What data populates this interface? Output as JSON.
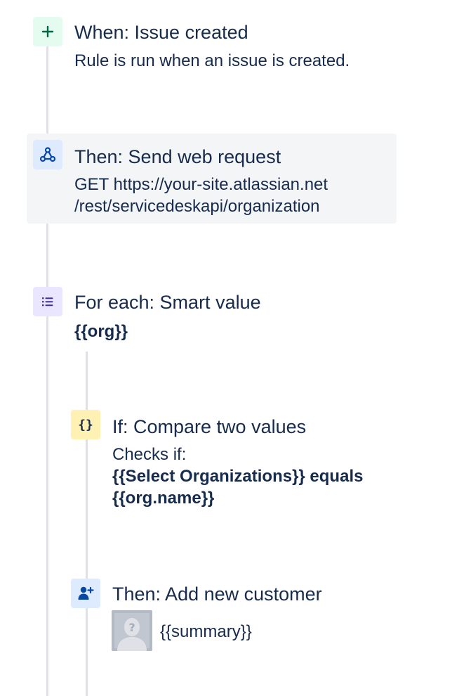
{
  "colors": {
    "trigger_icon_bg": "#e3fcef",
    "trigger_icon_fg": "#006644",
    "action_icon_bg": "#deebff",
    "action_icon_fg": "#0747a6",
    "branch_icon_bg": "#eae6ff",
    "branch_icon_fg": "#403294",
    "condition_icon_bg": "#fff0b3",
    "condition_icon_fg": "#172b4d",
    "selected_card_bg": "#f4f5f7",
    "timeline_line": "#dfe1e6"
  },
  "steps": {
    "trigger": {
      "icon": "plus-icon",
      "title": "When: Issue created",
      "description": "Rule is run when an issue is created."
    },
    "web_request": {
      "icon": "webhook-icon",
      "title": "Then: Send web request",
      "line1": "GET https://your-site.atlassian.net",
      "line2": "/rest/servicedeskapi/organization"
    },
    "branch": {
      "icon": "list-icon",
      "title": "For each: Smart value",
      "value": "{{org}}"
    },
    "condition": {
      "icon": "braces-icon",
      "icon_text": "{}",
      "title": "If: Compare two values",
      "line1": "Checks if:",
      "line2": "{{Select Organizations}} equals",
      "line3": "{{org.name}}"
    },
    "add_customer": {
      "icon": "add-user-icon",
      "title": "Then: Add new customer",
      "avatar": "placeholder-avatar",
      "value": "{{summary}}"
    }
  }
}
